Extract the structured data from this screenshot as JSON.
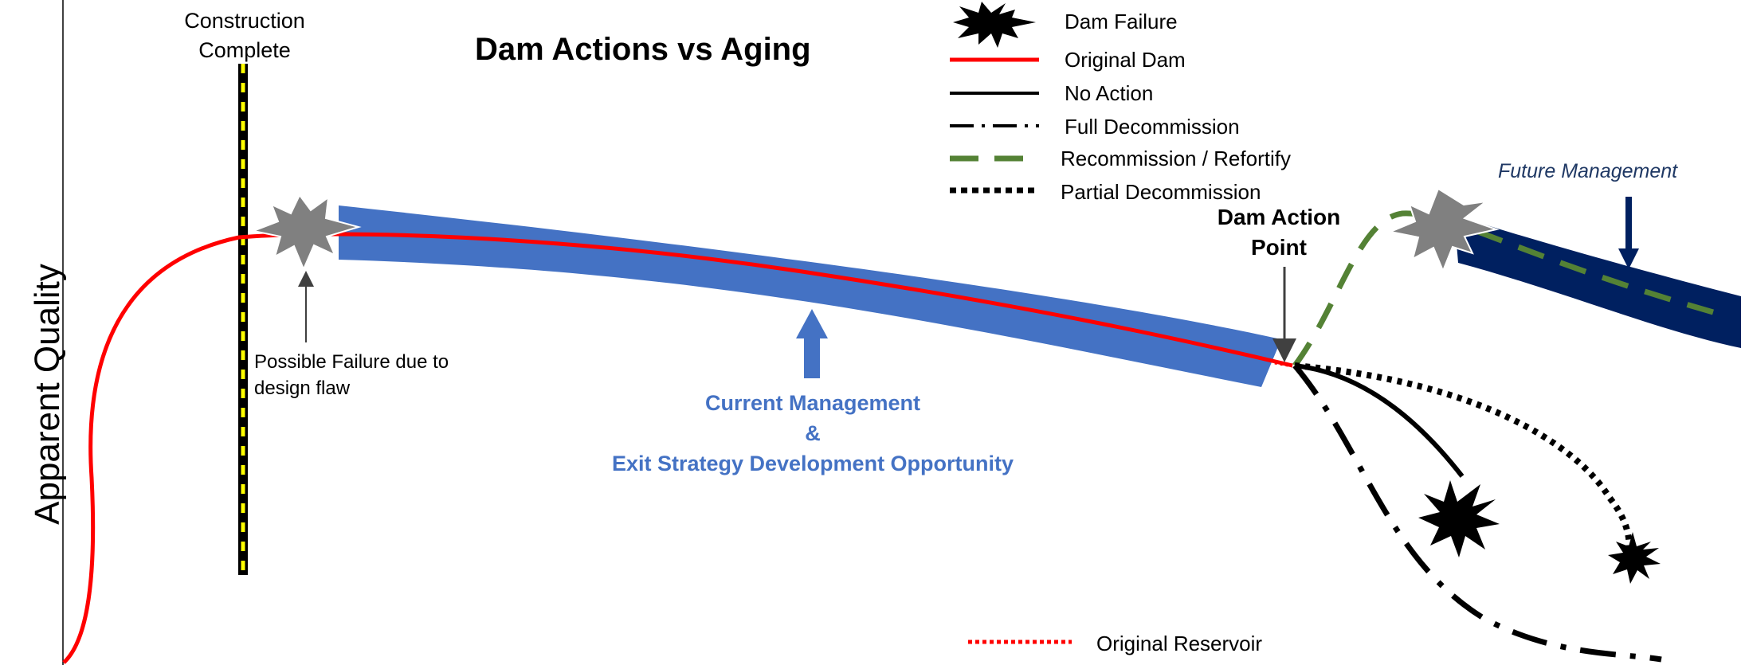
{
  "title": "Dam Actions vs Aging",
  "y_axis_label": "Apparent Quality",
  "annotations": {
    "construction_complete": "Construction Complete",
    "possible_failure": "Possible Failure due to design flaw",
    "current_management_line1": "Current Management",
    "current_management_line2": "&",
    "current_management_line3": "Exit Strategy Development Opportunity",
    "dam_action_point": "Dam Action Point",
    "future_management": "Future Management"
  },
  "legend": [
    {
      "label": "Dam Failure",
      "icon": "explosion-icon",
      "color": "#000000"
    },
    {
      "label": "Original Dam",
      "style": "solid",
      "color": "#ff0000"
    },
    {
      "label": "No Action",
      "style": "solid",
      "color": "#000000"
    },
    {
      "label": "Full Decommission",
      "style": "dash-dot",
      "color": "#000000"
    },
    {
      "label": "Recommission / Refortify",
      "style": "long-dash",
      "color": "#548235"
    },
    {
      "label": "Partial Decommission",
      "style": "dotted",
      "color": "#000000"
    }
  ],
  "legend_bottom": {
    "label": "Original Reservoir",
    "style": "dotted",
    "color": "#ff0000"
  },
  "colors": {
    "original_dam": "#ff0000",
    "current_management_band": "#4472c4",
    "future_management_band": "#002060",
    "recommission": "#548235",
    "failure_star_gray": "#808080",
    "construction_post_yellow": "#ffff00"
  }
}
